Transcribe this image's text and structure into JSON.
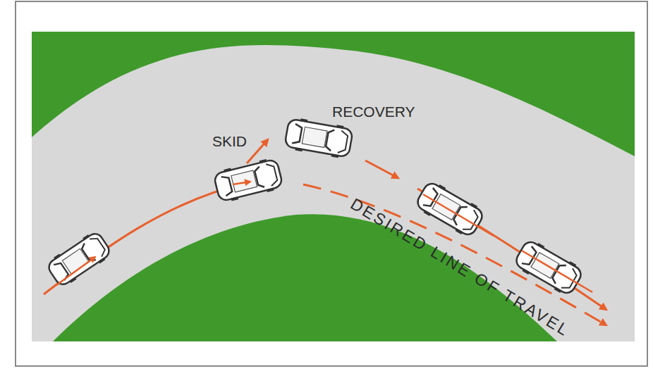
{
  "diagram": {
    "labels": [
      "RECOVERY",
      "SKID",
      "DESIRED LINE OF TRAVEL"
    ]
  }
}
